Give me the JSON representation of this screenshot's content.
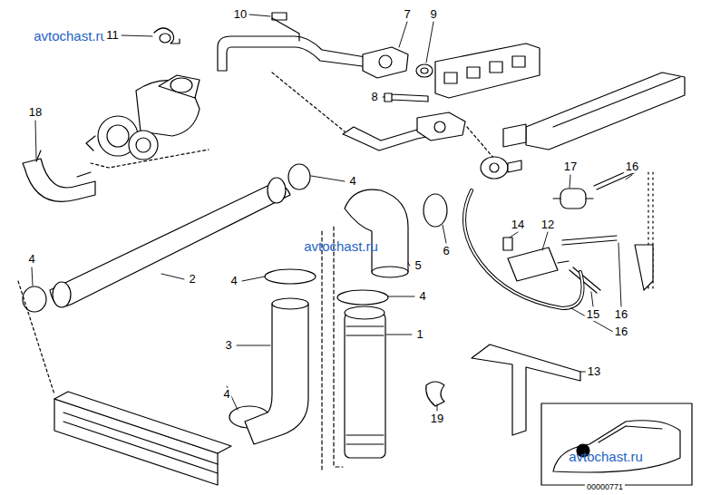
{
  "diagram": {
    "labels": [
      "avtochast.ru",
      "11",
      "10",
      "7",
      "9",
      "18",
      "8",
      "17",
      "16",
      "4",
      "14",
      "12",
      "avtochast.ru",
      "6",
      "2",
      "4",
      "4",
      "5",
      "4",
      "15",
      "16",
      "16",
      "3",
      "1",
      "13",
      "4",
      "19",
      "avtochast.ru",
      "00000771"
    ]
  }
}
